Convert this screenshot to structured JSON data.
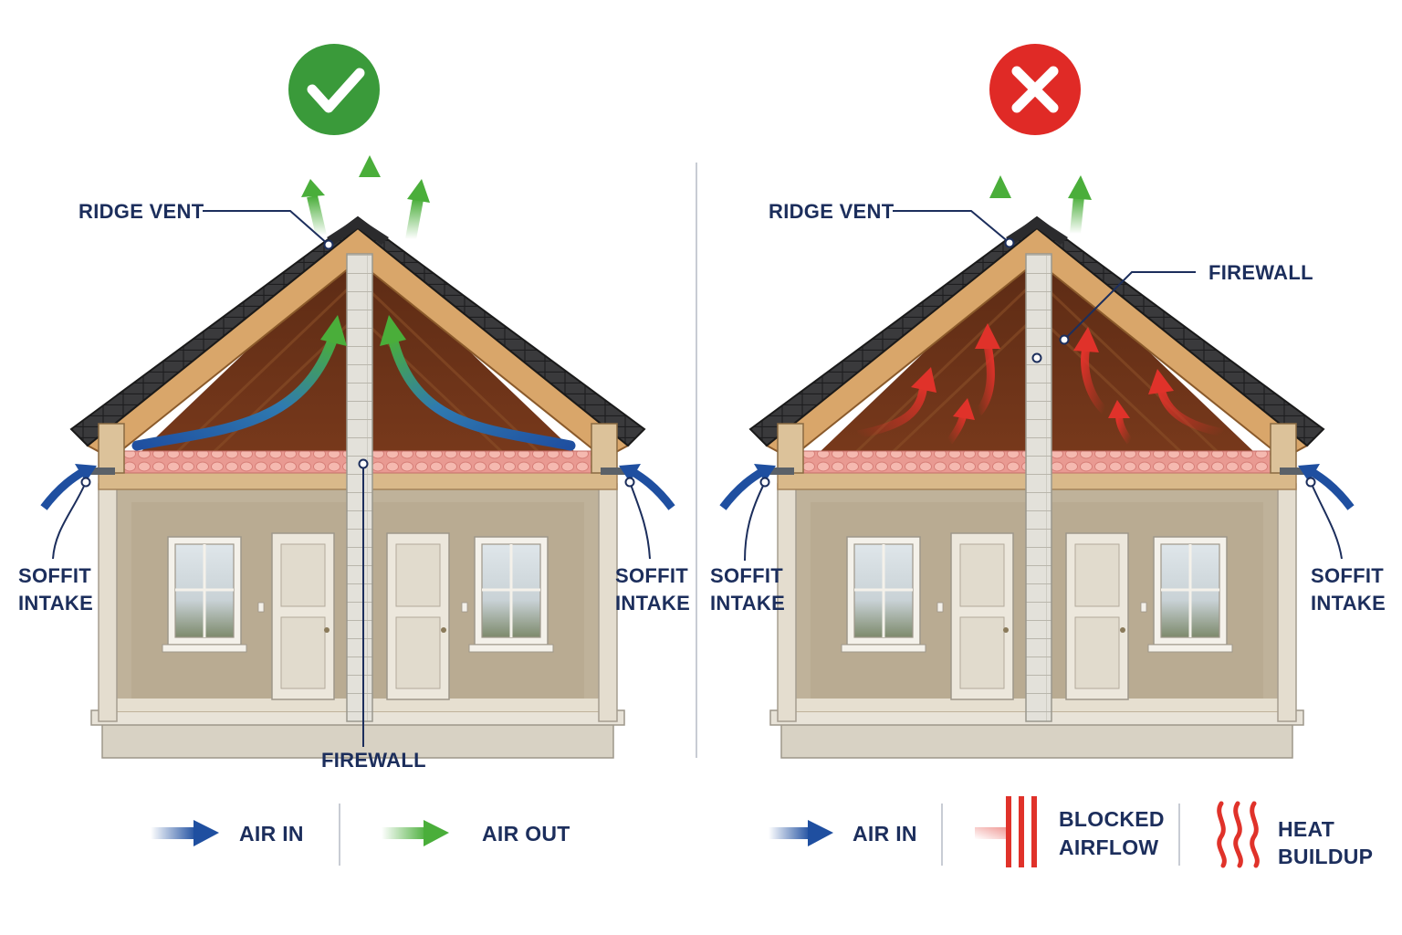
{
  "left_panel": {
    "status": "correct",
    "labels": {
      "ridge_vent": "RIDGE VENT",
      "soffit_left_1": "SOFFIT",
      "soffit_left_2": "INTAKE",
      "soffit_right_1": "SOFFIT",
      "soffit_right_2": "INTAKE",
      "firewall": "FIREWALL"
    },
    "legend": {
      "air_in": "AIR IN",
      "air_out": "AIR OUT"
    }
  },
  "right_panel": {
    "status": "incorrect",
    "labels": {
      "ridge_vent": "RIDGE VENT",
      "firewall": "FIREWALL",
      "soffit_left_1": "SOFFIT",
      "soffit_left_2": "INTAKE",
      "soffit_right_1": "SOFFIT",
      "soffit_right_2": "INTAKE"
    },
    "legend": {
      "air_in": "AIR IN",
      "blocked_1": "BLOCKED",
      "blocked_2": "AIRFLOW",
      "heat_1": "HEAT",
      "heat_2": "BUILDUP"
    }
  },
  "colors": {
    "label_navy": "#1c2e5c",
    "check_green": "#3a9a3a",
    "cross_red": "#e02a26",
    "air_in_blue": "#1f4fa0",
    "air_out_green": "#4aae3a",
    "heat_red": "#e0322a"
  },
  "icons": [
    "check-icon",
    "cross-icon",
    "blue-arrow-icon",
    "green-arrow-icon",
    "blocked-bars-icon",
    "heat-waves-icon"
  ]
}
